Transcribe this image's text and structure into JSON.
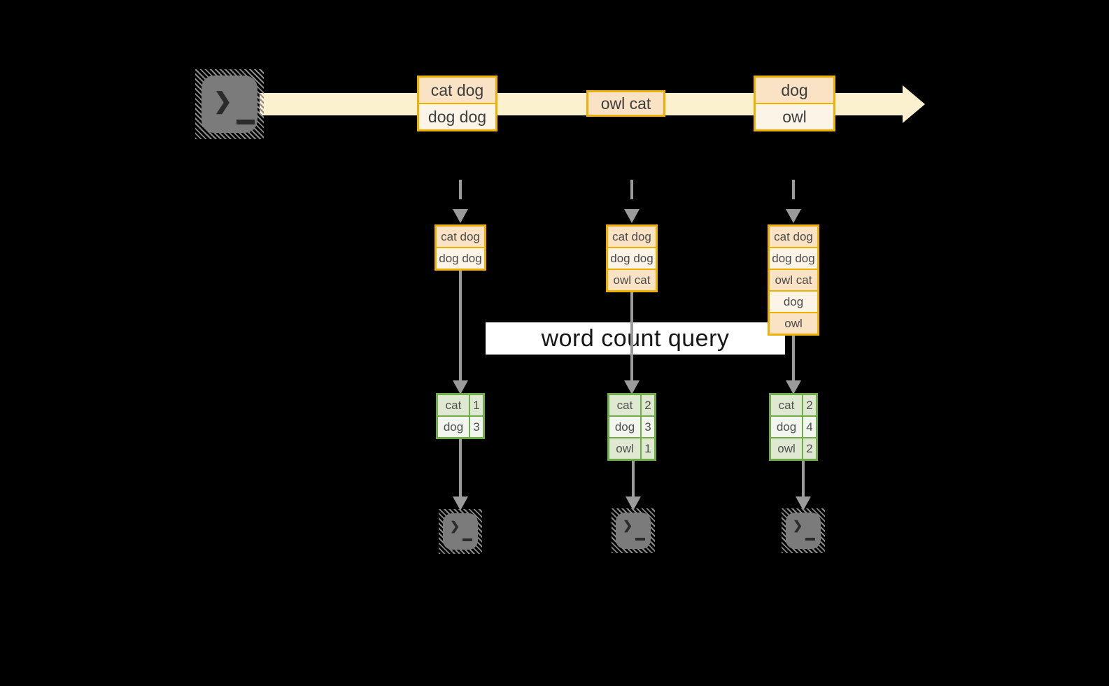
{
  "banner": {
    "label": "word count query"
  },
  "icons": {
    "source_terminal": "terminal-icon",
    "sink_terminal": "terminal-icon",
    "prompt_glyph": "❯"
  },
  "colors": {
    "background": "#000000",
    "stream_band": "#FBF1CF",
    "message_border": "#F0B000",
    "message_fill_dark": "#FAE3C5",
    "message_fill_light": "#FDF4E8",
    "table_border": "#6FAD47",
    "table_fill_dark": "#DFE9D2",
    "table_fill_light": "#F3F6EE",
    "arrow_gray": "#9B9B9B",
    "terminal_gray": "#7B7B7B",
    "banner_bg": "#FFFFFF"
  },
  "stream_messages": [
    {
      "lines": [
        {
          "text": "cat dog"
        },
        {
          "text": "dog dog"
        }
      ]
    },
    {
      "lines": [
        {
          "text": "owl cat"
        }
      ]
    },
    {
      "lines": [
        {
          "text": "dog"
        },
        {
          "text": "owl"
        }
      ]
    }
  ],
  "columns": [
    {
      "buffer": [
        "cat dog",
        "dog dog"
      ],
      "counts": [
        {
          "word": "cat",
          "count": "1"
        },
        {
          "word": "dog",
          "count": "3"
        }
      ]
    },
    {
      "buffer": [
        "cat dog",
        "dog dog",
        "owl cat"
      ],
      "counts": [
        {
          "word": "cat",
          "count": "2"
        },
        {
          "word": "dog",
          "count": "3"
        },
        {
          "word": "owl",
          "count": "1"
        }
      ]
    },
    {
      "buffer": [
        "cat dog",
        "dog dog",
        "owl cat",
        "dog",
        "owl"
      ],
      "counts": [
        {
          "word": "cat",
          "count": "2"
        },
        {
          "word": "dog",
          "count": "4"
        },
        {
          "word": "owl",
          "count": "2"
        }
      ]
    }
  ]
}
